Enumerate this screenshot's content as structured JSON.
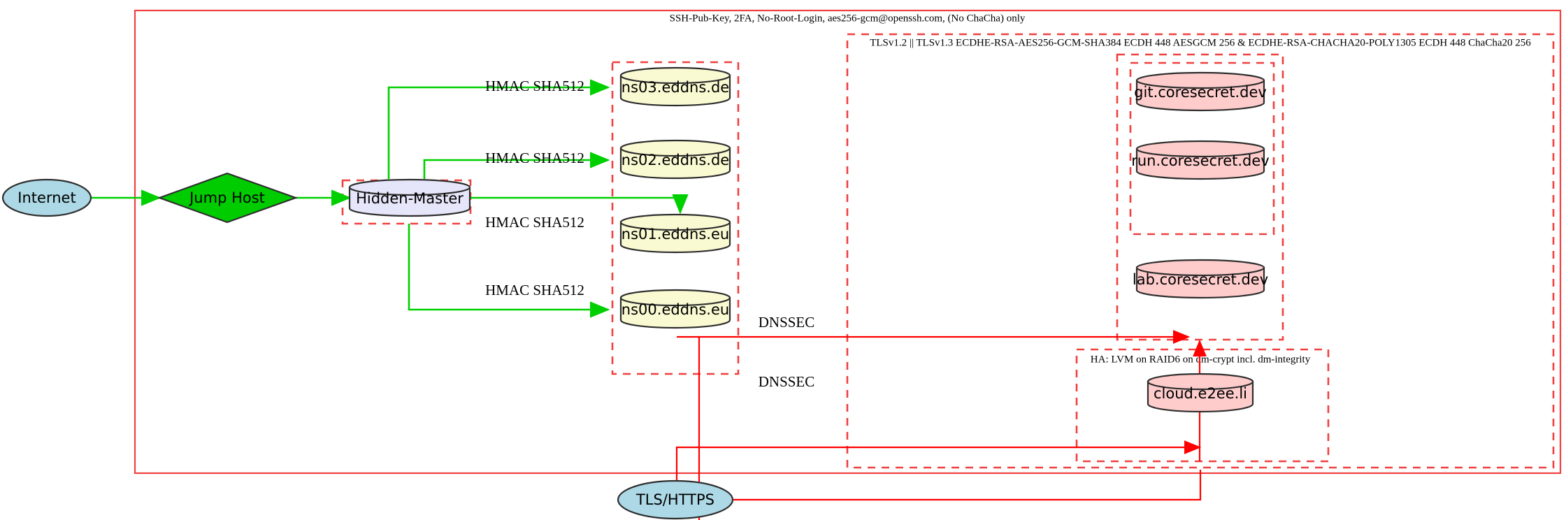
{
  "diagram": {
    "title_top": "SSH-Pub-Key, 2FA, No-Root-Login, aes256-gcm@openssh.com, (No ChaCha) only",
    "clusters": {
      "outer_label": "SSH-Pub-Key, 2FA, No-Root-Login, aes256-gcm@openssh.com, (No ChaCha) only",
      "tls_label": "TLSv1.2 || TLSv1.3 ECDHE-RSA-AES256-GCM-SHA384 ECDH 448 AESGCM 256 & ECDHE-RSA-CHACHA20-POLY1305 ECDH 448 ChaCha20 256",
      "ha_label": "HA: LVM on RAID6 on dm-crypt incl. dm-integrity"
    },
    "nodes": {
      "internet": "Internet",
      "jump_host": "Jump Host",
      "hidden_master": "Hidden-Master",
      "ns03": "ns03.eddns.de",
      "ns02": "ns02.eddns.de",
      "ns01": "ns01.eddns.eu",
      "ns00": "ns00.eddns.eu",
      "git": "git.coresecret.dev",
      "run": "run.coresecret.dev",
      "lab": "lab.coresecret.dev",
      "cloud": "cloud.e2ee.li",
      "tls_https": "TLS/HTTPS"
    },
    "edge_labels": {
      "hmac_1": "HMAC SHA512",
      "hmac_2": "HMAC SHA512",
      "hmac_3": "HMAC SHA512",
      "hmac_4": "HMAC SHA512",
      "dnssec_1": "DNSSEC",
      "dnssec_2": "DNSSEC"
    },
    "colors": {
      "green_edge": "#00d000",
      "red_edge": "#ff0000",
      "cluster_red": "#f04040",
      "internet_fill": "#add8e6",
      "jump_host_fill": "#00cc00",
      "hidden_master_fill": "#e6e6fa",
      "ns_fill": "#fafad2",
      "service_fill": "#ffcccc",
      "stroke_dark": "#2e2e2e"
    }
  }
}
